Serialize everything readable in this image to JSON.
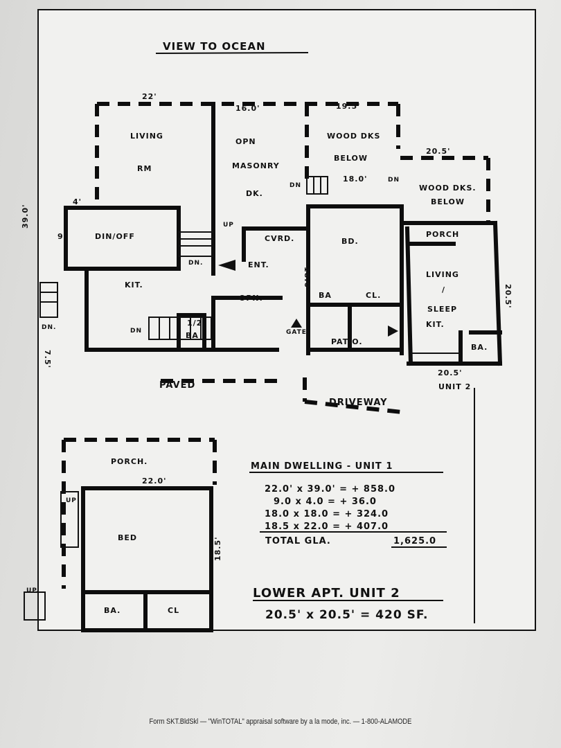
{
  "title": "VIEW TO OCEAN",
  "dimensions": {
    "top_left": "22'",
    "top_mid": "16.0'",
    "top_right": "19.5'",
    "left_side": "39.0'",
    "four": "4'",
    "nine": "9'",
    "eighteen": "18.0'",
    "bd_side": "18.0'",
    "right_deck": "20.5'",
    "unit2_bottom": "20.5'",
    "unit2_side": "20.5'",
    "lower_top": "22.0'",
    "lower_side": "18.5'",
    "left_vert": "7.5'"
  },
  "rooms": {
    "living": "LIVING",
    "rm": "RM",
    "opn": "OPN",
    "masonry": "MASONRY",
    "dk": "DK.",
    "wood_dks": "WOOD DKS",
    "below": "BELOW",
    "wood_dks2": "WOOD DKS.",
    "below2": "BELOW",
    "din_off": "DIN/OFF",
    "kit": "KIT.",
    "half_ba": "1/2",
    "ba": "BA",
    "up": "UP",
    "dn": "DN.",
    "dn2": "DN",
    "dn3": "DN",
    "dn4": "DN.",
    "dn5": "DN",
    "ent": "ENT.",
    "cvrd": "CVRD.",
    "opn2": "OPN.",
    "bd": "BD.",
    "bd_ba": "BA",
    "cl": "CL.",
    "gate": "GATE",
    "patio": "PATIO.",
    "porch": "PORCH",
    "living2": "LIVING",
    "slash": "/",
    "sleep": "SLEEP",
    "kit2": "KIT.",
    "ba2": "BA.",
    "unit2": "UNIT 2",
    "paved": "PAVED",
    "driveway": "DRIVEWAY",
    "porch2": "PORCH.",
    "bed": "BED",
    "ba3": "BA.",
    "cl2": "CL",
    "up2": "UP",
    "up3": "UP."
  },
  "calc": {
    "main_title": "MAIN DWELLING - UNIT 1",
    "rows": [
      "22.0' x 39.0' = + 858.0",
      "9.0 x 4.0 = + 36.0",
      "18.0 x 18.0 = + 324.0",
      "18.5 x 22.0 = + 407.0"
    ],
    "total_label": "TOTAL GLA.",
    "total_value": "1,625.0",
    "lower_title": "LOWER APT. UNIT 2",
    "lower_calc": "20.5' x 20.5' = 420 SF."
  },
  "footer": "Form SKT.BldSkl — \"WinTOTAL\" appraisal software by a la mode, inc. — 1-800-ALAMODE"
}
